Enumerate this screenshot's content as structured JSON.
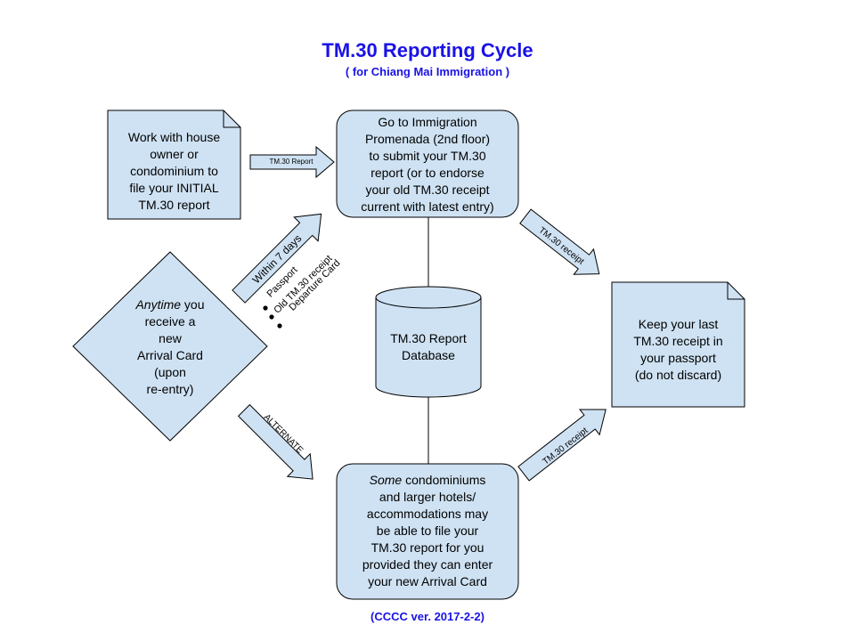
{
  "header": {
    "title": "TM.30 Reporting Cycle",
    "subtitle": "( for Chiang Mai Immigration )"
  },
  "nodes": {
    "initial_report": [
      "Work with house",
      "owner or",
      "condominium to",
      "file your INITIAL",
      "TM.30 report"
    ],
    "immigration_office": [
      "Go to Immigration",
      "Promenada (2nd floor)",
      "to submit your TM.30",
      "report (or to endorse",
      "your old TM.30 receipt",
      "current with latest entry)"
    ],
    "database": [
      "TM.30 Report",
      "Database"
    ],
    "keep_receipt": [
      "Keep your last",
      "TM.30 receipt in",
      "your passport",
      "(do not discard)"
    ],
    "arrival_card_italic": "Anytime",
    "arrival_card_rest": " you",
    "arrival_card_lines": [
      "receive a",
      "new",
      "Arrival Card",
      "(upon",
      "re-entry)"
    ],
    "condo_italic": "Some",
    "condo_rest": " condominiums",
    "condo_lines": [
      "and larger hotels/",
      "accommodations may",
      "be able to file your",
      "TM.30 report for you",
      "provided they can enter",
      "your new Arrival Card"
    ]
  },
  "arrows": {
    "tm30_report": "TM.30 Report",
    "within_7_days": "Within 7 days",
    "alternate": "ALTERNATE",
    "receipt_top": "TM.30 receipt",
    "receipt_bottom": "TM.30 receipt"
  },
  "bring_items": [
    "Passport",
    "Old TM.30 receipt",
    "Departure Card"
  ],
  "footer": "(CCCC ver. 2017-2-2)",
  "colors": {
    "fill": "#cfe2f3",
    "stroke": "#000000",
    "title": "#1a12e6"
  }
}
